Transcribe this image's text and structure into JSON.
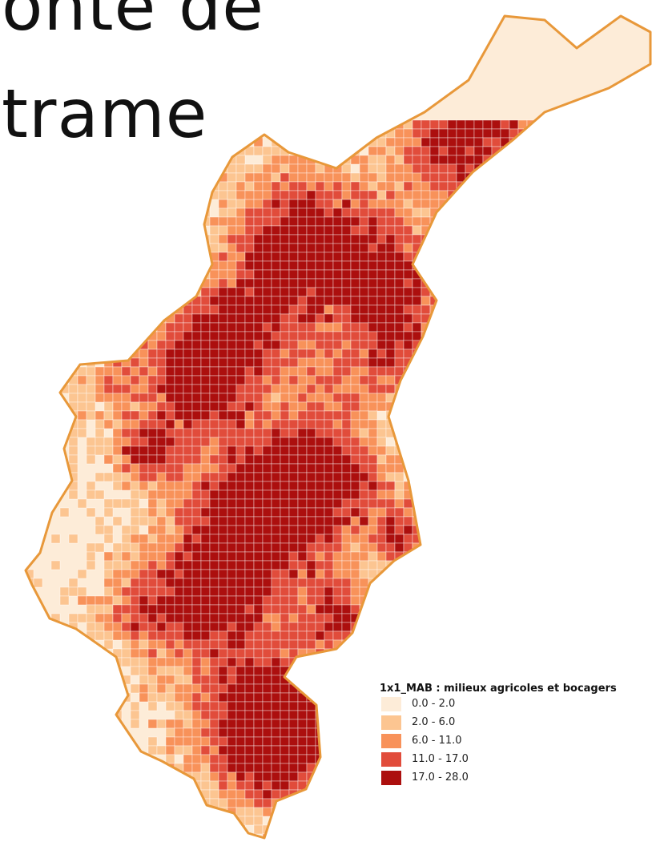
{
  "heading": {
    "line1": "onte de",
    "line2": "trame"
  },
  "legend": {
    "title": "1x1_MAB : milieux agricoles et bocagers",
    "classes": [
      {
        "label": "0.0 - 2.0",
        "color": "#fdecd8",
        "min": 0.0,
        "max": 2.0
      },
      {
        "label": "2.0 - 6.0",
        "color": "#fcc591",
        "min": 2.0,
        "max": 6.0
      },
      {
        "label": "6.0 - 11.0",
        "color": "#f8925a",
        "min": 6.0,
        "max": 11.0
      },
      {
        "label": "11.0 - 17.0",
        "color": "#e14c3b",
        "min": 11.0,
        "max": 17.0
      },
      {
        "label": "17.0 - 28.0",
        "color": "#ac0f0e",
        "min": 17.0,
        "max": 28.0
      }
    ]
  },
  "colors": {
    "boundary": "#e8983a",
    "grid_line": "#ffffff"
  }
}
